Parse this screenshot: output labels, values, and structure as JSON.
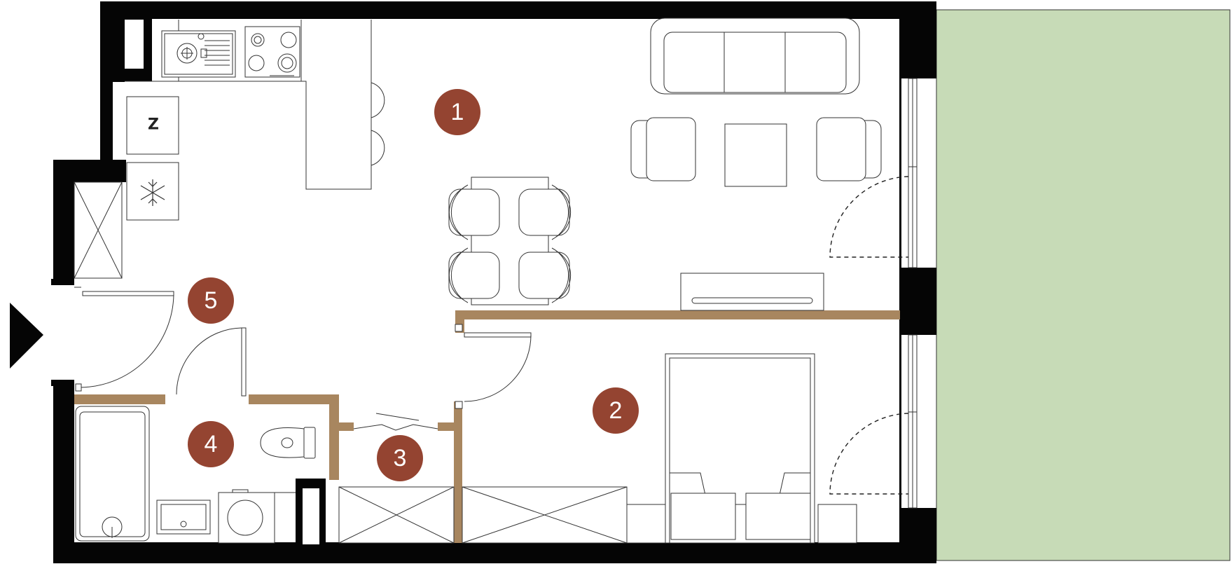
{
  "plan": {
    "colors": {
      "wall": "#050505",
      "partition": "#a8865f",
      "terrace": "#c7dbb7",
      "room_badge": "#944431",
      "badge_text": "#ffffff"
    },
    "rooms": [
      {
        "id": "room-1",
        "label": "1"
      },
      {
        "id": "room-2",
        "label": "2"
      },
      {
        "id": "room-3",
        "label": "3"
      },
      {
        "id": "room-4",
        "label": "4"
      },
      {
        "id": "room-5",
        "label": "5"
      }
    ],
    "fridge_label": "Z",
    "icons": {
      "entrance": "entrance-arrow-icon",
      "freezer": "snowflake-icon"
    }
  }
}
